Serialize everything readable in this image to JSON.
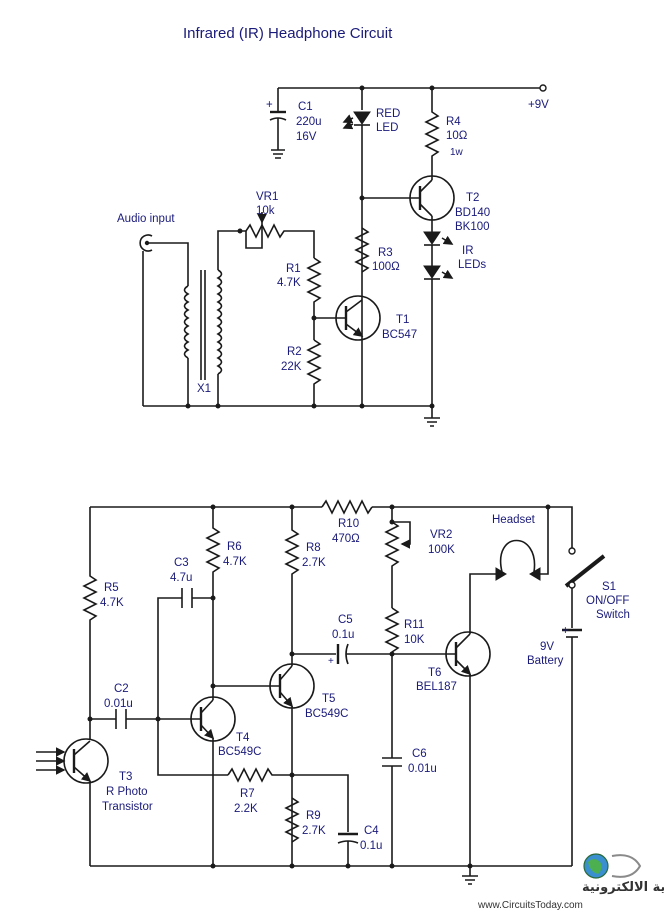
{
  "title": "Infrared (IR) Headphone Circuit",
  "transmitter": {
    "supply": "+9V",
    "audio_input": "Audio input",
    "x1": "X1",
    "c1": {
      "name": "C1",
      "value": "220u",
      "rating": "16V",
      "polarity": "+"
    },
    "led_red": {
      "line1": "RED",
      "line2": "LED"
    },
    "r4": {
      "name": "R4",
      "value": "10Ω",
      "rating": "1w"
    },
    "t2": {
      "name": "T2",
      "part1": "BD140",
      "part2": "BK100"
    },
    "vr1": {
      "name": "VR1",
      "value": "10k"
    },
    "r1": {
      "name": "R1",
      "value": "4.7K"
    },
    "r2": {
      "name": "R2",
      "value": "22K"
    },
    "r3": {
      "name": "R3",
      "value": "100Ω"
    },
    "t1": {
      "name": "T1",
      "part": "BC547"
    },
    "ir_leds": {
      "line1": "IR",
      "line2": "LEDs"
    }
  },
  "receiver": {
    "r5": {
      "name": "R5",
      "value": "4.7K"
    },
    "c2": {
      "name": "C2",
      "value": "0.01u"
    },
    "t3": {
      "name": "T3",
      "line1": "R Photo",
      "line2": "Transistor"
    },
    "c3": {
      "name": "C3",
      "value": "4.7u"
    },
    "r6": {
      "name": "R6",
      "value": "4.7K"
    },
    "t4": {
      "name": "T4",
      "part": "BC549C"
    },
    "r7": {
      "name": "R7",
      "value": "2.2K"
    },
    "r8": {
      "name": "R8",
      "value": "2.7K"
    },
    "r9": {
      "name": "R9",
      "value": "2.7K"
    },
    "c4": {
      "name": "C4",
      "value": "0.1u"
    },
    "t5": {
      "name": "T5",
      "part": "BC549C"
    },
    "r10": {
      "name": "R10",
      "value": "470Ω"
    },
    "c5": {
      "name": "C5",
      "value": "0.1u",
      "polarity": "+"
    },
    "vr2": {
      "name": "VR2",
      "value": "100K"
    },
    "r11": {
      "name": "R11",
      "value": "10K"
    },
    "c6": {
      "name": "C6",
      "value": "0.01u"
    },
    "t6": {
      "name": "T6",
      "part": "BEL187"
    },
    "headset": "Headset",
    "s1": {
      "name": "S1",
      "line1": "ON/OFF",
      "line2": "Switch"
    },
    "battery": {
      "line1": "9V",
      "line2": "Battery",
      "polarity": "+"
    }
  },
  "watermark": {
    "site": "www.CircuitsToday.com",
    "arabic": "القرية الالكترونية"
  },
  "colors": {
    "ink": "#1a1a1a",
    "label": "#1a1a7a"
  }
}
